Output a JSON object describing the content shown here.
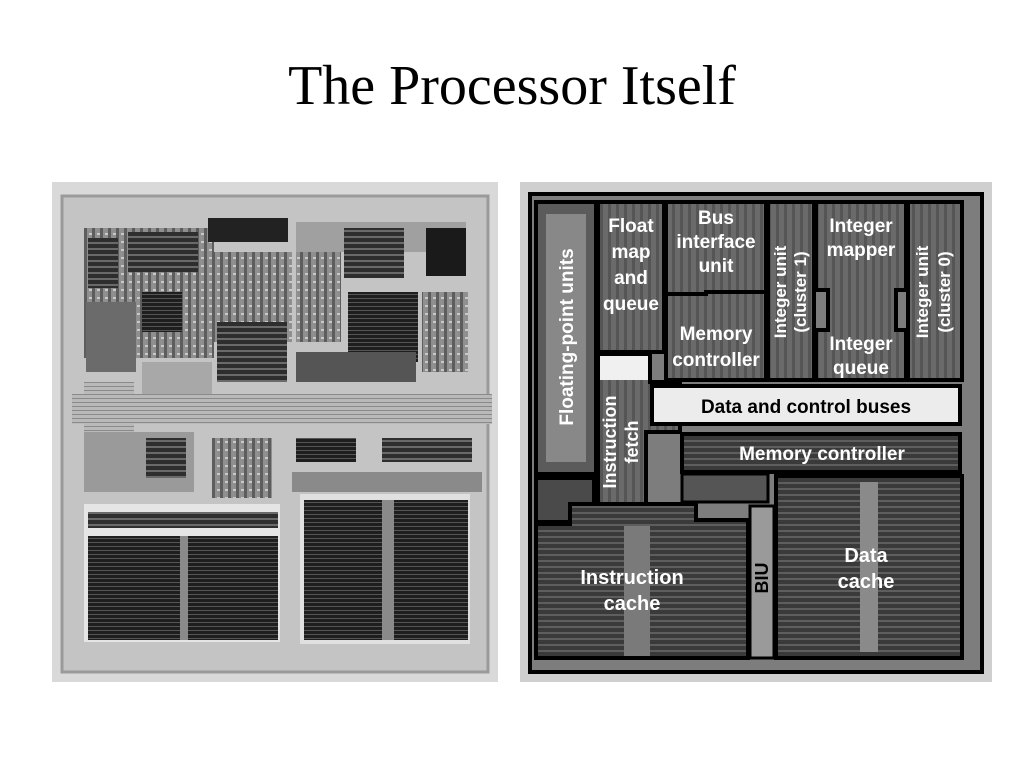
{
  "slide": {
    "title": "The Processor Itself"
  },
  "die_photo": {
    "description_icon": "processor-die-photo"
  },
  "floorplan": {
    "blocks": {
      "floating_point_units": "Floating-point units",
      "float_map_queue": [
        "Float",
        "map",
        "and",
        "queue"
      ],
      "bus_interface_unit": [
        "Bus",
        "interface",
        "unit"
      ],
      "integer_unit_cluster1": [
        "Integer unit",
        "(cluster 1)"
      ],
      "integer_mapper": [
        "Integer",
        "mapper"
      ],
      "integer_unit_cluster0": [
        "Integer unit",
        "(cluster 0)"
      ],
      "memory_controller_top": [
        "Memory",
        "controller"
      ],
      "integer_queue": [
        "Integer",
        "queue"
      ],
      "instruction_fetch": [
        "Instruction",
        "fetch"
      ],
      "data_control_buses": "Data and control buses",
      "memory_controller_mid": "Memory controller",
      "instruction_cache": [
        "Instruction",
        "cache"
      ],
      "biu": "BIU",
      "data_cache": [
        "Data",
        "cache"
      ]
    },
    "colors": {
      "outline": "#000000",
      "block_fill": "#5a5a5a",
      "dark_fill": "#3a3a3a",
      "light_fill": "#e8e8e8",
      "label_light": "#ffffff",
      "label_dark": "#000000"
    }
  }
}
